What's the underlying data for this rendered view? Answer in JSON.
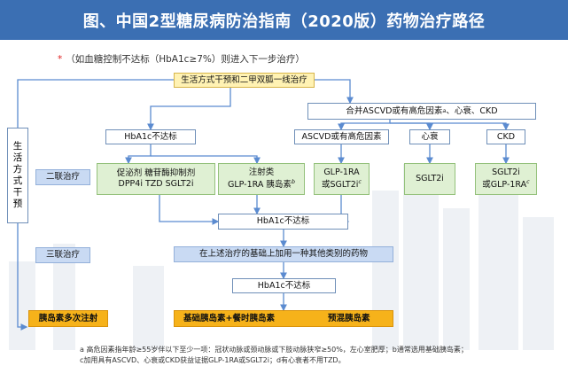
{
  "title": "图、中国2型糖尿病防治指南（2020版）药物治疗路径",
  "note": "（如血糖控制不达标（HbA1c≥7%）则进入下一步治疗）",
  "side_label": [
    "生",
    "活",
    "方",
    "式",
    "干",
    "预"
  ],
  "stage_labels": {
    "dual": "二联治疗",
    "triple": "三联治疗"
  },
  "boxes": {
    "top": "生活方式干预和二甲双胍一线治疗",
    "comorbid": "合并ASCVD或有高危因素",
    "comorbid_sup": "a",
    "comorbid_rest": "、心衰、CKD",
    "hba1c_left": "HbA1c不达标",
    "ascvd": "ASCVD或有高危因素",
    "hf": "心衰",
    "ckd": "CKD",
    "oral_1": "促泌剂 糖苷酶抑制剂",
    "oral_2": "DPP4i TZD SGLT2i",
    "inj_1": "注射类",
    "inj_2": "GLP-1RA 胰岛素",
    "inj_sup": "b",
    "glp_1": "GLP-1RA",
    "glp_2": "或SGLT2i",
    "glp_sup": "c",
    "sglt": "SGLT2i",
    "ckd_1": "SGLT2i",
    "ckd_2": "或GLP-1RA",
    "ckd_sup": "c",
    "hba1c_mid": "HbA1c不达标",
    "triple": "在上述治疗的基础上加用一种其他类别的药物",
    "hba1c_low": "HbA1c不达标",
    "insulin_multi": "胰岛素多次注射",
    "basal_bolus": "基础胰岛素+餐时胰岛素",
    "premix": "预混胰岛素"
  },
  "footnotes": [
    "a 高危因素指年龄≥55岁伴以下至少一项：冠状动脉或颈动脉或下肢动脉狭窄≥50%，左心室肥厚；b通常选用基础胰岛素；",
    "c加用具有ASCVD、心衰或CKD获益证据GLP-1RA或SGLT2i；d有心衰者不用TZD。"
  ],
  "colors": {
    "header": "#3b6fb3",
    "arrow": "#5b8bd0",
    "yellow": "#fff2b3",
    "green": "#dff0d3",
    "blue": "#c9daf3",
    "orange": "#f6b21a"
  }
}
